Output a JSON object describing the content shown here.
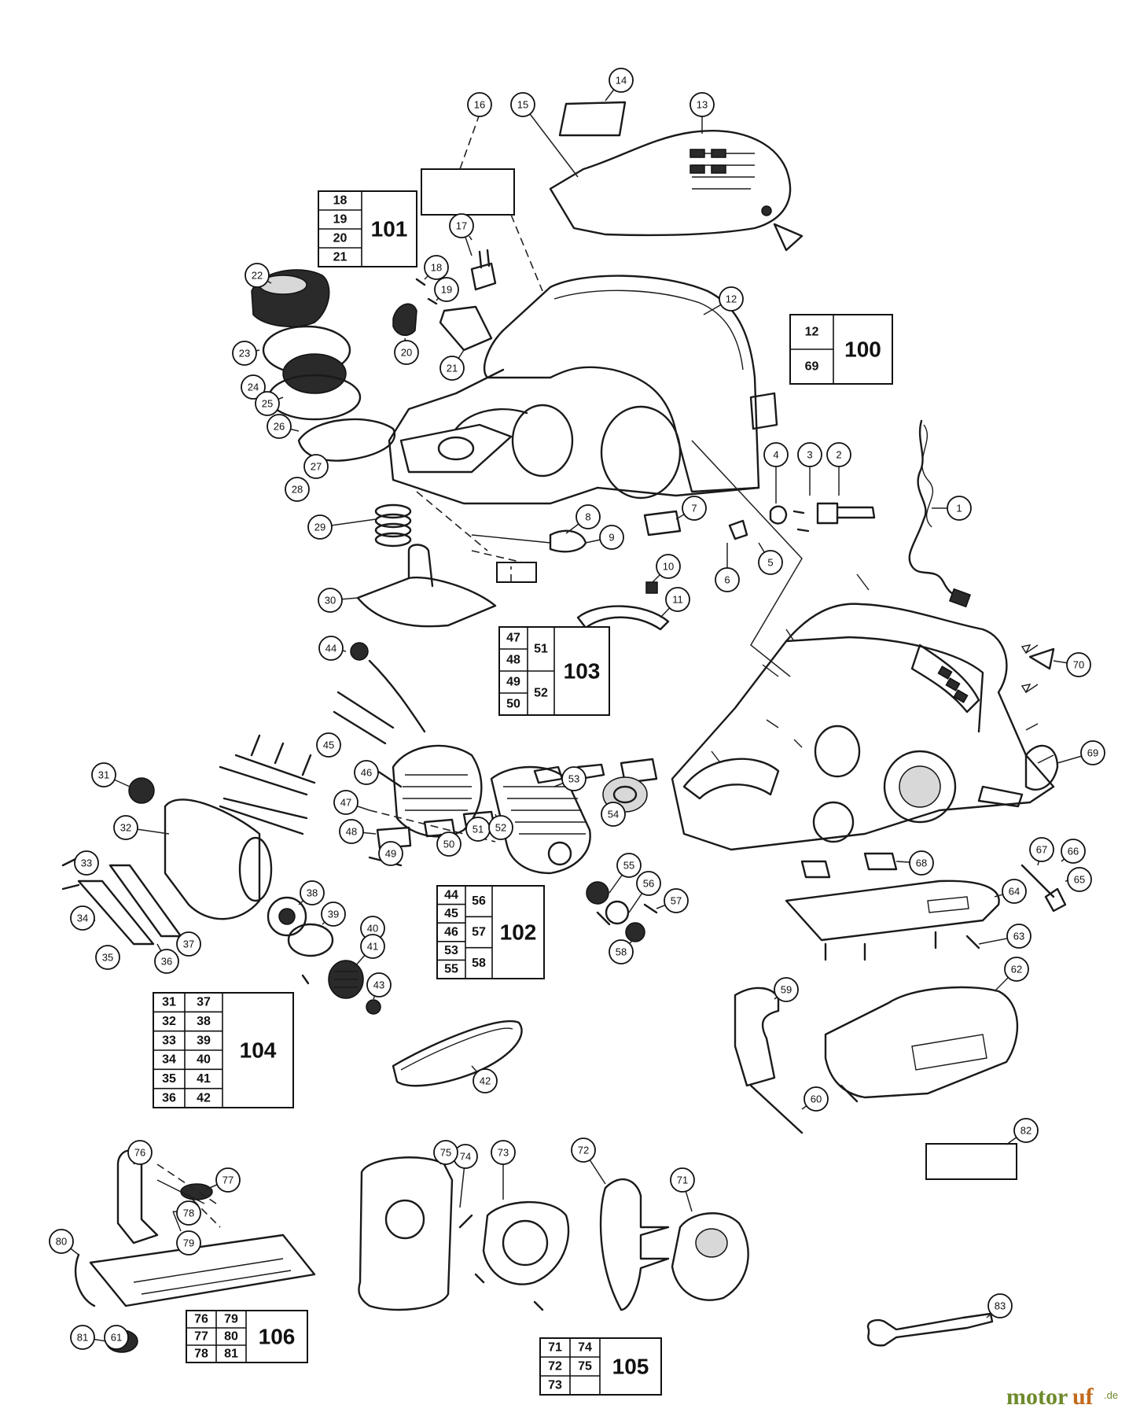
{
  "callouts": [
    "1",
    "2",
    "3",
    "4",
    "5",
    "6",
    "7",
    "8",
    "9",
    "10",
    "11",
    "12",
    "13",
    "14",
    "15",
    "16",
    "17",
    "18",
    "19",
    "20",
    "21",
    "22",
    "23",
    "24",
    "25",
    "26",
    "27",
    "28",
    "29",
    "30",
    "31",
    "32",
    "33",
    "34",
    "35",
    "36",
    "37",
    "38",
    "39",
    "40",
    "41",
    "42",
    "43",
    "44",
    "45",
    "46",
    "47",
    "48",
    "49",
    "50",
    "51",
    "52",
    "53",
    "54",
    "55",
    "56",
    "57",
    "58",
    "59",
    "60",
    "61",
    "62",
    "63",
    "64",
    "65",
    "66",
    "67",
    "68",
    "69",
    "70",
    "71",
    "72",
    "73",
    "74",
    "75",
    "76",
    "77",
    "78",
    "79",
    "80",
    "81",
    "82",
    "83"
  ],
  "groups": [
    {
      "id": "100",
      "cells": [
        "12",
        "69"
      ]
    },
    {
      "id": "101",
      "cells": [
        "18",
        "19",
        "20",
        "21"
      ]
    },
    {
      "id": "103",
      "cells": [
        "47",
        "48",
        "49",
        "50",
        "51",
        "52"
      ]
    },
    {
      "id": "102",
      "cells": [
        "44",
        "45",
        "46",
        "53",
        "55",
        "56",
        "57",
        "58"
      ]
    },
    {
      "id": "104",
      "cells": [
        "31",
        "32",
        "33",
        "34",
        "35",
        "36",
        "37",
        "38",
        "39",
        "40",
        "41",
        "42"
      ]
    },
    {
      "id": "106",
      "cells": [
        "76",
        "77",
        "78",
        "79",
        "80",
        "81"
      ]
    },
    {
      "id": "105",
      "cells": [
        "71",
        "72",
        "73",
        "74",
        "75"
      ]
    }
  ],
  "watermark": {
    "brand_a": "motor",
    "brand_b": "uf",
    "suffix": ".de"
  }
}
